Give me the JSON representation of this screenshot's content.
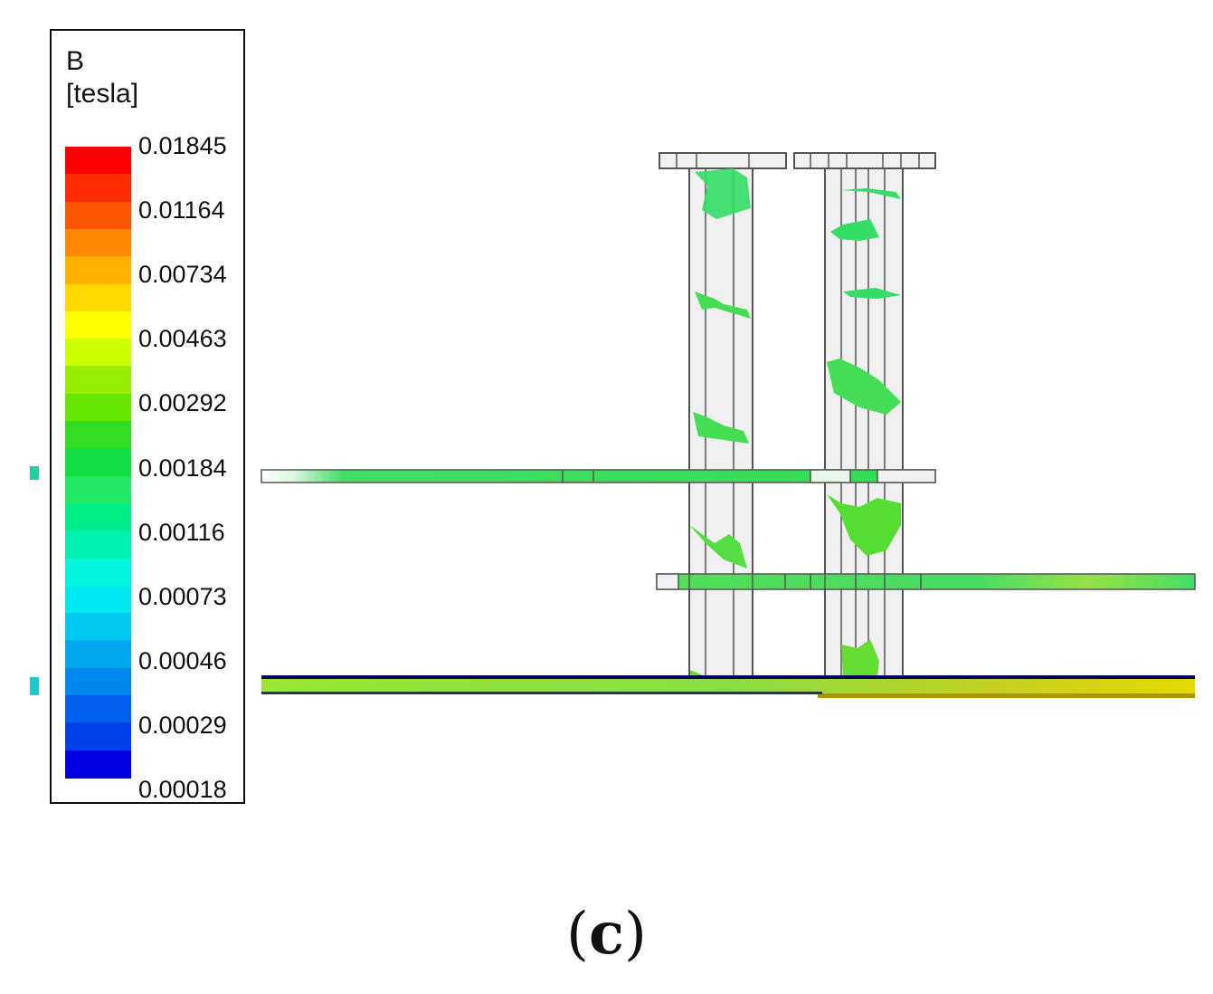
{
  "legend": {
    "quantity": "B",
    "unit": "[tesla]",
    "ticks": [
      "0.01845",
      "0.01164",
      "0.00734",
      "0.00463",
      "0.00292",
      "0.00184",
      "0.00116",
      "0.00073",
      "0.00046",
      "0.00029",
      "0.00018"
    ],
    "bands": [
      "#ff0000",
      "#ff2a00",
      "#ff5500",
      "#ff8800",
      "#ffb000",
      "#ffd900",
      "#ffff00",
      "#ccff00",
      "#99ee00",
      "#66e600",
      "#33dd22",
      "#11dd44",
      "#22e866",
      "#00ee88",
      "#00f0b0",
      "#00f5dd",
      "#00e8f0",
      "#00c8f0",
      "#00a8ee",
      "#0088ee",
      "#0060ee",
      "#0040e8",
      "#0000e0"
    ]
  },
  "colors": {
    "frame": "#111111",
    "structure_fill": "#f0f0f0",
    "structure_edge": "#555555",
    "field_green": "#33dd55",
    "field_lime": "#99e833",
    "field_yellow": "#e6d800",
    "field_navy": "#000060"
  },
  "caption": {
    "open": "(",
    "letter": "c",
    "close": ")"
  }
}
